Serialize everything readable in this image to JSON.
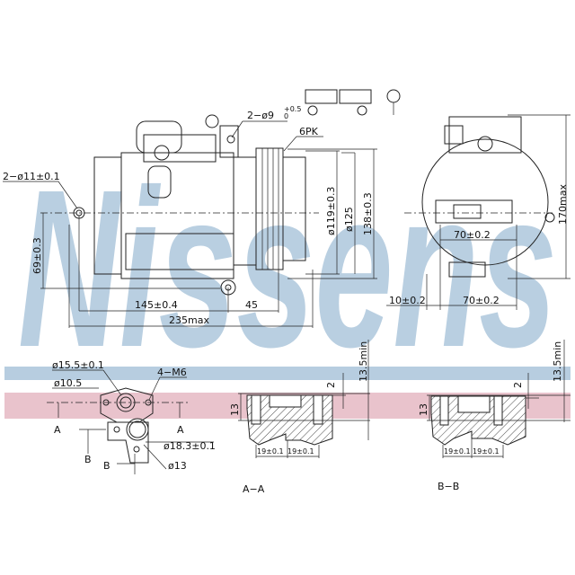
{
  "watermark": {
    "text": "Nissens",
    "color": "#b9cfe1",
    "band_blue": "#b7cde0",
    "band_pink": "#e9c3cc"
  },
  "side_view": {
    "mount_holes": "2−ø11±0.1",
    "top_holes": "2−ø9",
    "top_holes_tol_upper": "+0.5",
    "top_holes_tol_lower": "0",
    "belt": "6PK",
    "dia_119": "ø119±0.3",
    "dia_125": "ø125",
    "height_138": "138±0.3",
    "height_69": "69±0.3",
    "len_145": "145±0.4",
    "len_45": "45",
    "len_235": "235max"
  },
  "front_view": {
    "height_170": "170max",
    "width_70_top": "70±0.2",
    "offset_10": "10±0.2",
    "width_70_bottom": "70±0.2"
  },
  "port_view": {
    "dia_15_5": "ø15.5±0.1",
    "dia_10_5": "ø10.5",
    "threads": "4−M6",
    "dia_18_3": "ø18.3±0.1",
    "dia_13": "ø13",
    "section_a": "A",
    "section_b": "B"
  },
  "section_aa": {
    "label": "A−A",
    "depth": "13.5min",
    "step": "2",
    "height": "13",
    "pitch_1": "19±0.1",
    "pitch_2": "19±0.1"
  },
  "section_bb": {
    "label": "B−B",
    "depth": "13.5min",
    "step": "2",
    "height": "13",
    "pitch_1": "19±0.1",
    "pitch_2": "19±0.1"
  }
}
